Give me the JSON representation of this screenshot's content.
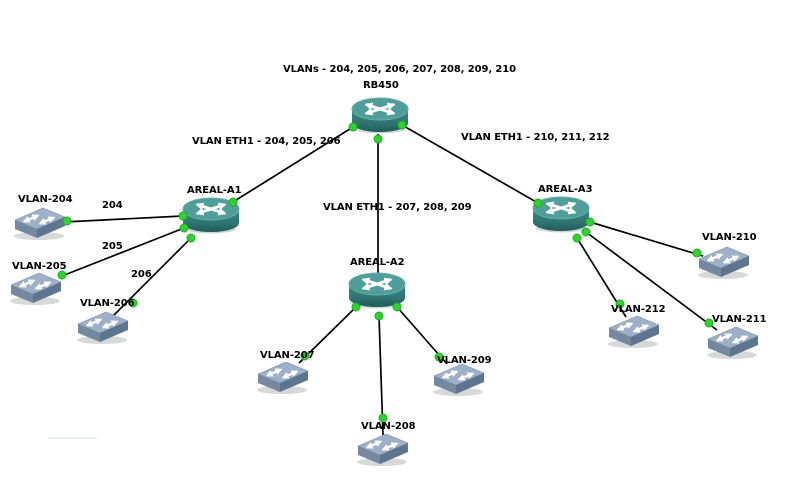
{
  "window": {
    "background": "#ffffff"
  },
  "note": {
    "text": "VLANs - 204, 205, 206, 207, 208, 209, 210"
  },
  "nodes": {
    "rb450": {
      "label": "RB450",
      "type": "router"
    },
    "a1": {
      "label": "AREAL-A1",
      "type": "router"
    },
    "a2": {
      "label": "AREAL-A2",
      "type": "router"
    },
    "a3": {
      "label": "AREAL-A3",
      "type": "router"
    },
    "v204": {
      "label": "VLAN-204",
      "type": "switch"
    },
    "v205": {
      "label": "VLAN-205",
      "type": "switch"
    },
    "v206": {
      "label": "VLAN-206",
      "type": "switch"
    },
    "v207": {
      "label": "VLAN-207",
      "type": "switch"
    },
    "v208": {
      "label": "VLAN-208",
      "type": "switch"
    },
    "v209": {
      "label": "VLAN-209",
      "type": "switch"
    },
    "v210": {
      "label": "VLAN-210",
      "type": "switch"
    },
    "v211": {
      "label": "VLAN-211",
      "type": "switch"
    },
    "v212": {
      "label": "VLAN-212",
      "type": "switch"
    }
  },
  "links": [
    {
      "from": "RB450",
      "to": "AREAL-A1",
      "label": "VLAN ETH1 - 204, 205, 206"
    },
    {
      "from": "RB450",
      "to": "AREAL-A2",
      "label": "VLAN ETH1 - 207, 208, 209"
    },
    {
      "from": "RB450",
      "to": "AREAL-A3",
      "label": "VLAN ETH1 - 210, 211, 212"
    },
    {
      "from": "AREAL-A1",
      "to": "VLAN-204",
      "label": "204"
    },
    {
      "from": "AREAL-A1",
      "to": "VLAN-205",
      "label": "205"
    },
    {
      "from": "AREAL-A1",
      "to": "VLAN-206",
      "label": "206"
    },
    {
      "from": "AREAL-A2",
      "to": "VLAN-207",
      "label": ""
    },
    {
      "from": "AREAL-A2",
      "to": "VLAN-208",
      "label": ""
    },
    {
      "from": "AREAL-A2",
      "to": "VLAN-209",
      "label": ""
    },
    {
      "from": "AREAL-A3",
      "to": "VLAN-210",
      "label": ""
    },
    {
      "from": "AREAL-A3",
      "to": "VLAN-211",
      "label": ""
    },
    {
      "from": "AREAL-A3",
      "to": "VLAN-212",
      "label": ""
    }
  ],
  "colors": {
    "link_line": "#000000",
    "port_up_dot": "#2fd32f",
    "router_top": "#4f9e9a",
    "router_body": "#2d7370",
    "switch_top": "#9db0c7",
    "switch_front": "#74889f",
    "switch_side": "#5e7590",
    "label_text": "#000000"
  }
}
